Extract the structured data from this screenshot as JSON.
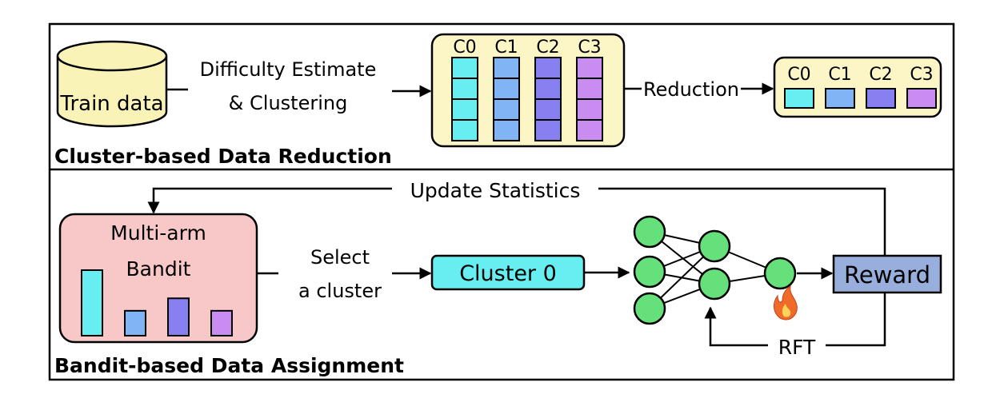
{
  "top_section": {
    "title": "Cluster-based Data Reduction",
    "train_data_label": "Train data",
    "step1_line1": "Difficulty Estimate",
    "step1_line2": "& Clustering",
    "reduction_label": "Reduction",
    "clusters": [
      {
        "label": "C0",
        "color": "#66eef0"
      },
      {
        "label": "C1",
        "color": "#80b4f4"
      },
      {
        "label": "C2",
        "color": "#8880f0"
      },
      {
        "label": "C3",
        "color": "#c98cf0"
      }
    ],
    "cells_per_cluster": 4,
    "reduced_cells_per_cluster": 1
  },
  "bottom_section": {
    "title": "Bandit-based Data Assignment",
    "update_label": "Update Statistics",
    "bandit_line1": "Multi-arm",
    "bandit_line2": "Bandit",
    "select_line1": "Select",
    "select_line2": "a cluster",
    "cluster_box_label": "Cluster 0",
    "reward_label": "Reward",
    "rft_label": "RFT",
    "bandit_bar_levels": [
      1.0,
      0.38,
      0.57,
      0.38
    ]
  },
  "colors": {
    "cylinder_fill": "#faf3b8",
    "reduction_panel_fill": "#fcf6c6",
    "bandit_fill": "#f8c8c8",
    "node_fill": "#66e07a",
    "reward_fill": "#98aedc",
    "flame": "#f06a2a"
  }
}
